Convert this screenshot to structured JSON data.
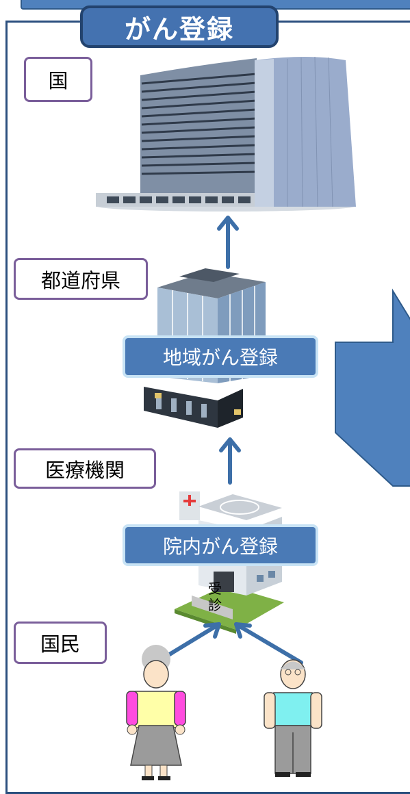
{
  "title": "がん登録",
  "levels": {
    "national": "国",
    "prefecture": "都道府県",
    "medical": "医療機関",
    "citizens": "国民"
  },
  "registries": {
    "regional": "地域がん登録",
    "hospital": "院内がん登録"
  },
  "visit_label": "受\n診",
  "colors": {
    "accent": "#4472b0",
    "frame": "#2b4f7e",
    "level_border": "#7a5e9a",
    "arrow": "#3d6fa8"
  }
}
